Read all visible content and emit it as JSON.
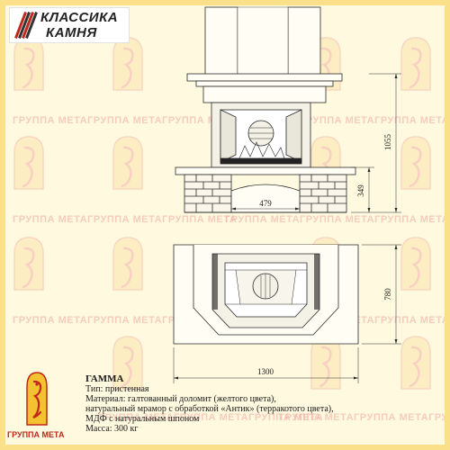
{
  "logo": {
    "line1": "КЛАССИКА",
    "line2": "КАМНЯ"
  },
  "brand": {
    "caption": "ГРУППА МЕТА"
  },
  "watermark": {
    "text": "ГРУППА МЕТАГРУППА МЕТАГРУППА МЕТА"
  },
  "dimensions": {
    "height_total": "1055",
    "height_base": "349",
    "opening_width": "479",
    "depth": "780",
    "width_total": "1300"
  },
  "product": {
    "title": "ГАММА",
    "type": "Тип: пристенная",
    "material_line1": "Материал: галтованный доломит (желтого цвета),",
    "material_line2": "натуральный мрамор с обработкой «Антик» (терракотого цвета),",
    "material_line3": "МДФ с натуральным шпоном",
    "mass": "Масса: 300 кг"
  },
  "colors": {
    "background": "#fff9df",
    "border": "#fbe08a",
    "watermark": "#f0a9a6",
    "brand_red": "#c0281b",
    "brand_yellow": "#f2c230"
  }
}
